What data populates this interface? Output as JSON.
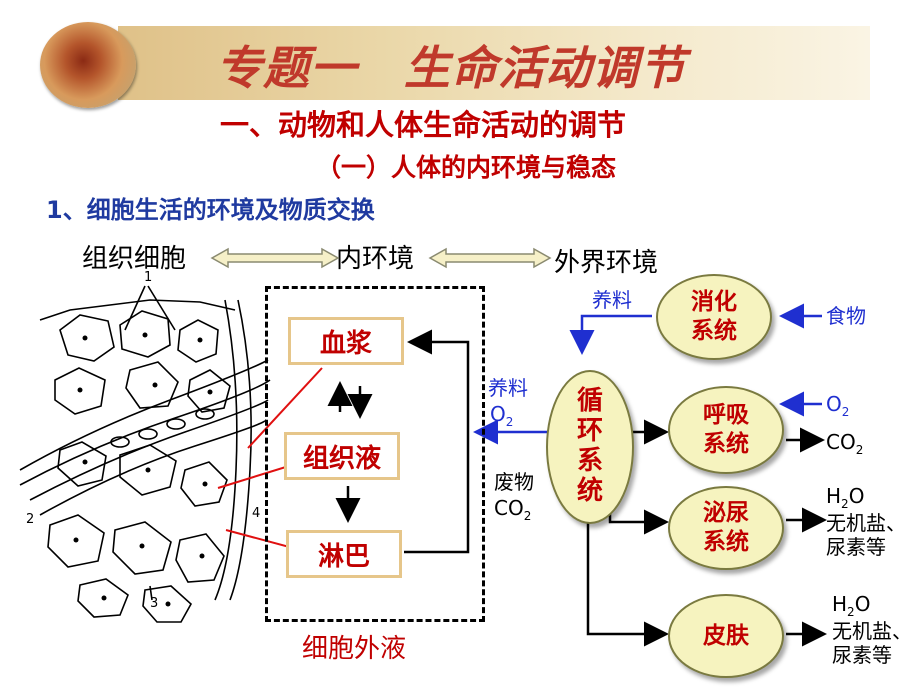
{
  "title": "专题一　生命活动调节",
  "heading1": "一、动物和人体生命活动的调节",
  "heading2": "（一）人体的内环境与稳态",
  "heading3": "1、细胞生活的环境及物质交换",
  "top_labels": {
    "tissue_cell": "组织细胞",
    "internal_env": "内环境",
    "external_env": "外界环境"
  },
  "fluids": {
    "plasma": "血浆",
    "tissue_fluid": "组织液",
    "lymph": "淋巴",
    "extracellular": "细胞外液"
  },
  "systems": {
    "circulatory": [
      "循",
      "环",
      "系",
      "统"
    ],
    "digestive": [
      "消化",
      "系统"
    ],
    "respiratory": [
      "呼吸",
      "系统"
    ],
    "urinary": [
      "泌尿",
      "系统"
    ],
    "skin": "皮肤"
  },
  "notes": {
    "nutrients": "养料",
    "food": "食物",
    "o2_base": "O",
    "o2_sub": "2",
    "co2_base": "CO",
    "co2_sub": "2",
    "waste": "废物",
    "h2o_h": "H",
    "h2o_sub": "2",
    "h2o_o": "O",
    "salt": "无机盐、",
    "urea": "尿素等"
  },
  "tissue_marks": [
    "1",
    "2",
    "3",
    "4"
  ],
  "colors": {
    "title": "#c0392b",
    "heading": "#c00000",
    "subheading": "#1f3aa0",
    "arrow_blue": "#1f2fd0",
    "line_red": "#e01010"
  }
}
